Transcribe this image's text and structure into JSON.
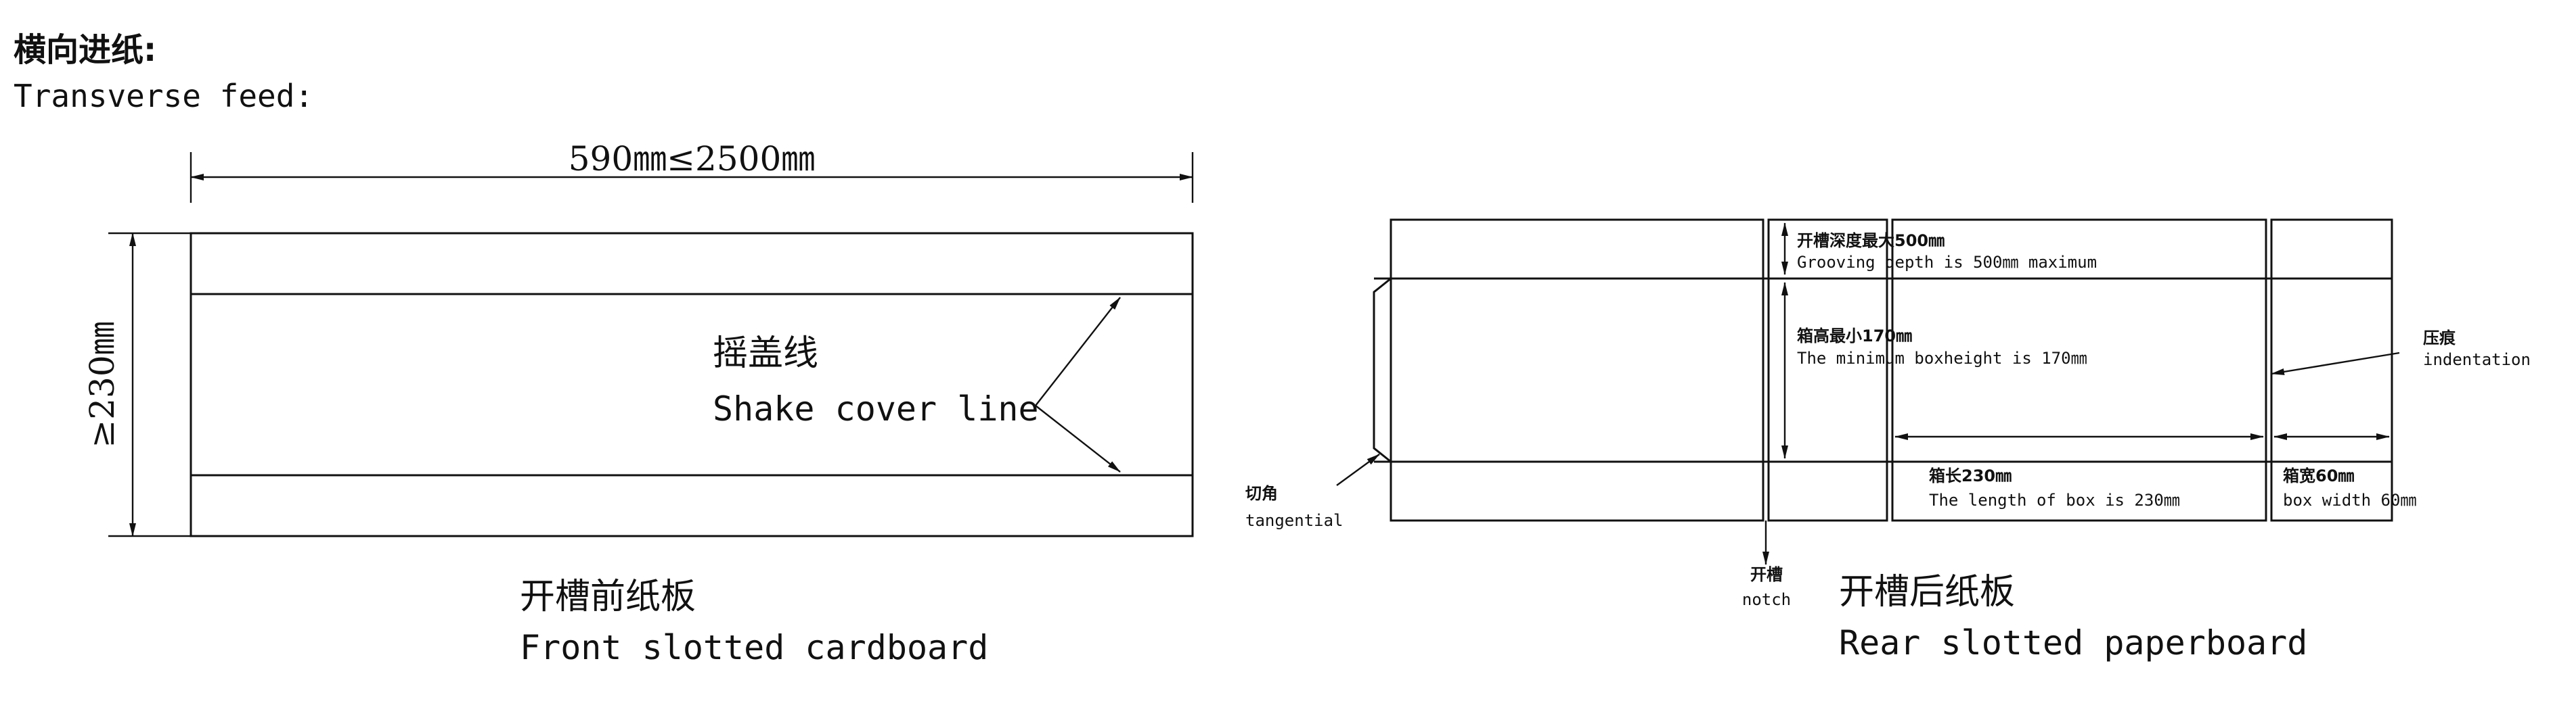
{
  "header": {
    "title_cn": "横向进纸:",
    "title_en": "Transverse feed:"
  },
  "front": {
    "width_dim": "590㎜≤2500㎜",
    "height_dim": "≥230㎜",
    "cover_line_cn": "摇盖线",
    "cover_line_en": "Shake cover line",
    "caption_cn": "开槽前纸板",
    "caption_en": "Front slotted cardboard"
  },
  "rear": {
    "groove_cn": "开槽深度最大500㎜",
    "groove_en": "Grooving depth is 500㎜ maximum",
    "height_cn": "箱高最小170㎜",
    "height_en": "The minimum boxheight is 170㎜",
    "length_cn": "箱长230㎜",
    "length_en": "The length of box is 230㎜",
    "width_cn": "箱宽60㎜",
    "width_en": "box width 60㎜",
    "indent_cn": "压痕",
    "indent_en": "indentation",
    "tangent_cn": "切角",
    "tangent_en": "tangential",
    "notch_cn": "开槽",
    "notch_en": "notch",
    "caption_cn": "开槽后纸板",
    "caption_en": "Rear slotted paperboard"
  },
  "colors": {
    "ink": "#111111",
    "background": "#ffffff"
  }
}
